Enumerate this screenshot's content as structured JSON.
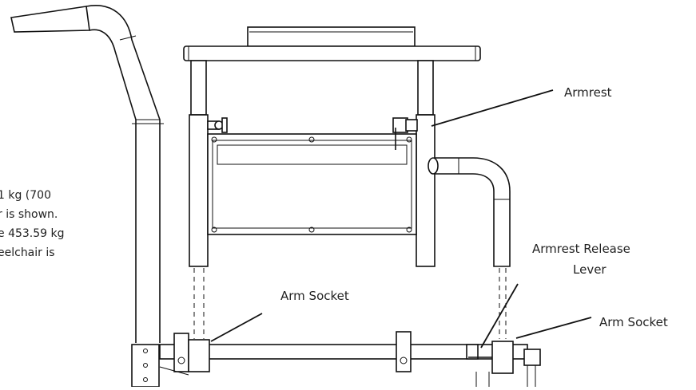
{
  "labels": {
    "armrest": "Armrest",
    "release_lever_line1": "Armrest Release",
    "release_lever_line2": "Lever",
    "arm_socket_left": "Arm Socket",
    "arm_socket_right": "Arm Socket"
  },
  "side_text": {
    "line1": "1 kg (700",
    "line2": "r is shown.",
    "line3": "e 453.59 kg",
    "line4": "eelchair is"
  }
}
